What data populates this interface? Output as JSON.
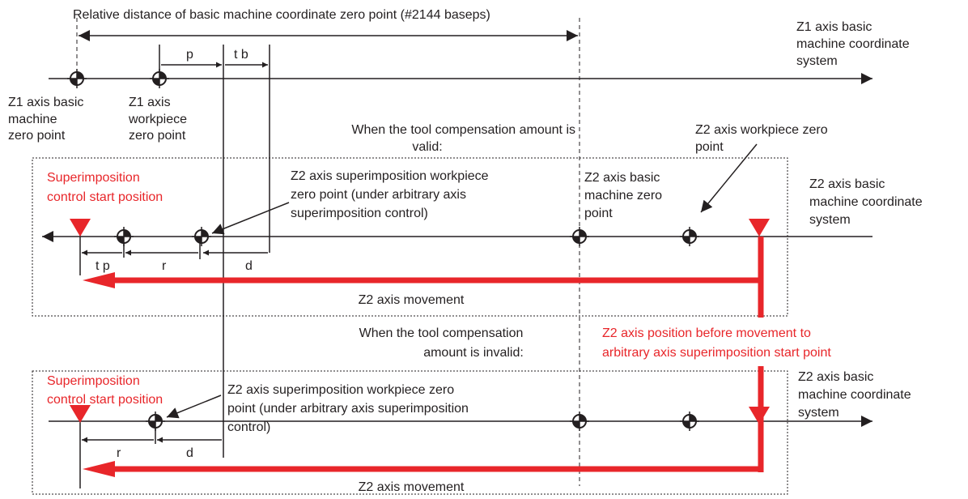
{
  "texts": {
    "baseps_label": "Relative distance of basic machine coordinate zero point (#2144 baseps)",
    "z1_coord_system": [
      "Z1 axis basic",
      "machine coordinate",
      "system"
    ],
    "z1_machine_zero": [
      "Z1 axis basic",
      "machine",
      "zero point"
    ],
    "z1_workpiece_zero": [
      "Z1 axis",
      "workpiece",
      "zero point"
    ],
    "p": "p",
    "tb": "t b",
    "valid_heading": [
      "When the tool compensation amount is",
      "valid:"
    ],
    "z2_workpiece_zero": [
      "Z2 axis workpiece zero",
      "point"
    ],
    "sup_start_1": [
      "Superimposition",
      "control start position"
    ],
    "z2_sup_wp_zero_1": [
      "Z2 axis superimposition workpiece",
      "zero point (under arbitrary axis",
      "superimposition control)"
    ],
    "z2_machine_zero": [
      "Z2 axis basic",
      "machine zero",
      "point"
    ],
    "z2_coord_system_1": [
      "Z2 axis basic",
      "machine coordinate",
      "system"
    ],
    "tp": "t p",
    "r1": "r",
    "d1": "d",
    "z2_movement_1": "Z2 axis movement",
    "invalid_heading": [
      "When the tool compensation",
      "amount is invalid:"
    ],
    "z2_pos_before": [
      "Z2 axis position before  movement to",
      "arbitrary axis superimposition start point"
    ],
    "sup_start_2": [
      "Superimposition",
      "control start position"
    ],
    "z2_sup_wp_zero_2": [
      "Z2 axis superimposition workpiece zero",
      "point (under arbitrary axis superimposition",
      "control)"
    ],
    "z2_coord_system_2": [
      "Z2 axis basic",
      "machine coordinate",
      "system"
    ],
    "r2": "r",
    "d2": "d",
    "z2_movement_2": "Z2 axis movement"
  },
  "colors": {
    "red": "#e8262a",
    "ink": "#231f20"
  },
  "icons": {
    "zero_point_symbol": "crosshair-circle",
    "start_position_marker": "red-triangle-down"
  }
}
